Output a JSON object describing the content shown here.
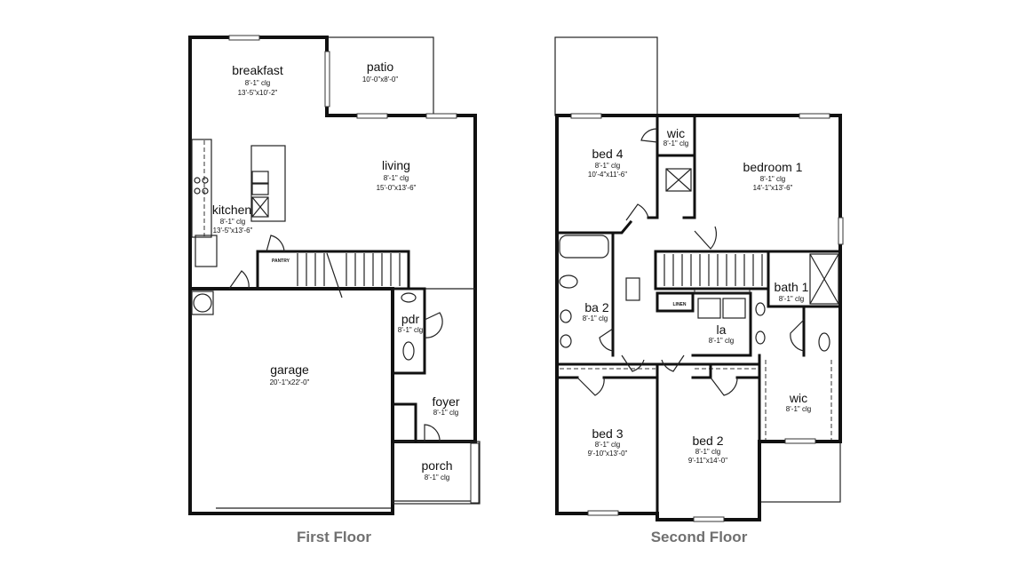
{
  "floors": [
    {
      "caption": "First Floor",
      "rooms": {
        "breakfast": {
          "name": "breakfast",
          "ceiling": "8'-1\" clg",
          "size": "13'-5\"x10'-2\""
        },
        "patio": {
          "name": "patio",
          "size": "10'-0\"x8'-0\""
        },
        "living": {
          "name": "living",
          "ceiling": "8'-1\" clg",
          "size": "15'-0\"x13'-6\""
        },
        "kitchen": {
          "name": "kitchen",
          "ceiling": "8'-1\" clg",
          "size": "13'-5\"x13'-6\""
        },
        "pantry": {
          "name": "PANTRY"
        },
        "garage": {
          "name": "garage",
          "size": "20'-1\"x22'-0\""
        },
        "pdr": {
          "name": "pdr",
          "ceiling": "8'-1\" clg"
        },
        "foyer": {
          "name": "foyer",
          "ceiling": "8'-1\" clg"
        },
        "porch": {
          "name": "porch",
          "ceiling": "8'-1\" clg"
        }
      }
    },
    {
      "caption": "Second Floor",
      "rooms": {
        "bed4": {
          "name": "bed 4",
          "ceiling": "8'-1\" clg",
          "size": "10'-4\"x11'-6\""
        },
        "wic1": {
          "name": "wic",
          "ceiling": "8'-1\" clg"
        },
        "bedroom1": {
          "name": "bedroom 1",
          "ceiling": "8'-1\" clg",
          "size": "14'-1\"x13'-6\""
        },
        "ba2": {
          "name": "ba 2",
          "ceiling": "8'-1\" clg"
        },
        "linen": {
          "name": "LINEN"
        },
        "la": {
          "name": "la",
          "ceiling": "8'-1\" clg"
        },
        "bath1": {
          "name": "bath 1",
          "ceiling": "8'-1\" clg"
        },
        "wic2": {
          "name": "wic",
          "ceiling": "8'-1\" clg"
        },
        "bed3": {
          "name": "bed 3",
          "ceiling": "8'-1\" clg",
          "size": "9'-10\"x13'-0\""
        },
        "bed2": {
          "name": "bed 2",
          "ceiling": "8'-1\" clg",
          "size": "9'-11\"x14'-0\""
        }
      }
    }
  ],
  "colors": {
    "walls": "#111111",
    "caption": "#707070"
  }
}
